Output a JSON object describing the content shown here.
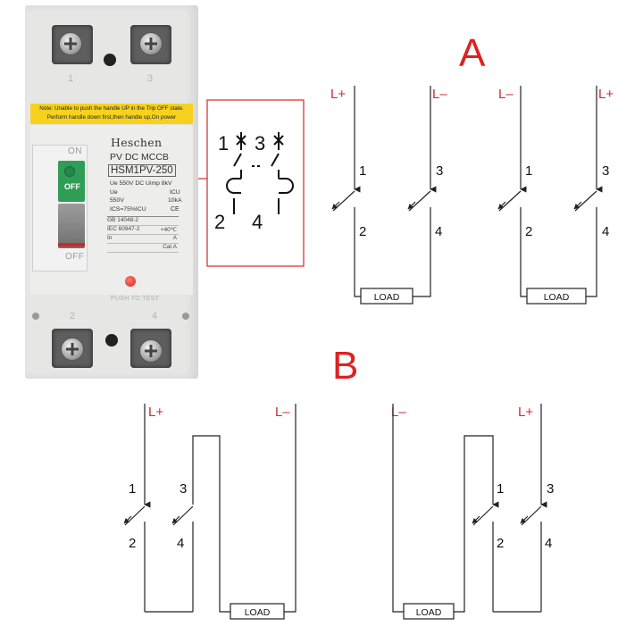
{
  "breaker": {
    "note_line1": "Note: Unable to push the handle UP in the Trip OFF state.",
    "note_line2": "Perform handle down first,then handle up,On power",
    "brand": "Heschen",
    "model_type": "PV DC MCCB",
    "model_number": "HSM1PV-250",
    "spec_ue_voltage": "Ue 550V  DC Uimp 8kV",
    "spec_ue": "Ue",
    "spec_icu": "ICU",
    "spec_voltage": "550V",
    "spec_ka": "10kA",
    "spec_ics": "ICS=75%ICU",
    "ce_mark": "CE",
    "table_rows": [
      {
        "left": "GB 14048-2",
        "right": ""
      },
      {
        "left": "IEC 60947-2",
        "right": "+40℃"
      },
      {
        "left": "In",
        "right": "A"
      },
      {
        "left": "",
        "right": "Cat A"
      }
    ],
    "label_on": "ON",
    "label_off": "OFF",
    "handle_text": "OFF",
    "test_text": "PUSH TO TEST",
    "terminal_top_left": "1",
    "terminal_top_right": "3",
    "terminal_bottom_left": "2",
    "terminal_bottom_right": "4"
  },
  "symbol_box": {
    "t1": "1",
    "t3": "3",
    "t2": "2",
    "t4": "4",
    "border_color": "#d9262c"
  },
  "section_a": {
    "title": "A",
    "title_color": "#e02020",
    "left_diagram": {
      "label_left": "L+",
      "label_right": "L–",
      "n1": "1",
      "n3": "3",
      "n2": "2",
      "n4": "4",
      "load": "LOAD"
    },
    "right_diagram": {
      "label_left": "L–",
      "label_right": "L+",
      "n1": "1",
      "n3": "3",
      "n2": "2",
      "n4": "4",
      "load": "LOAD"
    }
  },
  "section_b": {
    "title": "B",
    "title_color": "#e02020",
    "left_diagram": {
      "label_left": "L+",
      "label_right": "L–",
      "n1": "1",
      "n3": "3",
      "n2": "2",
      "n4": "4",
      "load": "LOAD"
    },
    "right_diagram": {
      "label_left": "L–",
      "label_right": "L+",
      "n1": "1",
      "n3": "3",
      "n2": "2",
      "n4": "4",
      "load": "LOAD"
    }
  },
  "colors": {
    "label_red": "#d9262c",
    "wire": "#222222"
  }
}
